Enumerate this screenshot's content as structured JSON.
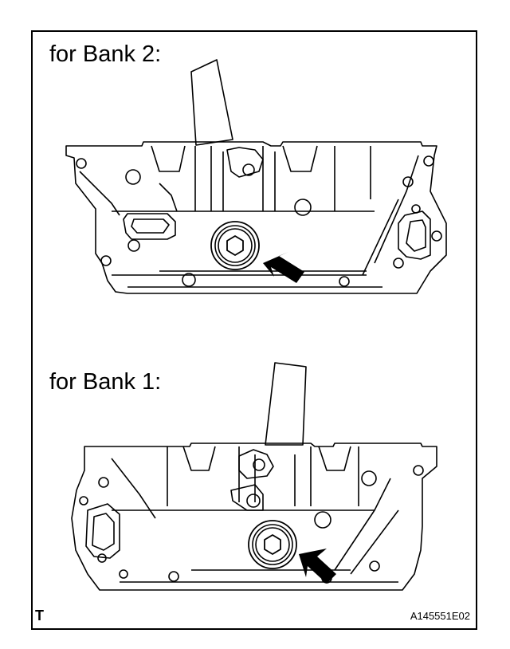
{
  "sections": [
    {
      "label": "for Bank 2:"
    },
    {
      "label": "for Bank 1:"
    }
  ],
  "footer": {
    "corner_mark": "T",
    "figure_id": "A145551E02"
  },
  "colors": {
    "ink": "#000000",
    "paper": "#ffffff"
  }
}
